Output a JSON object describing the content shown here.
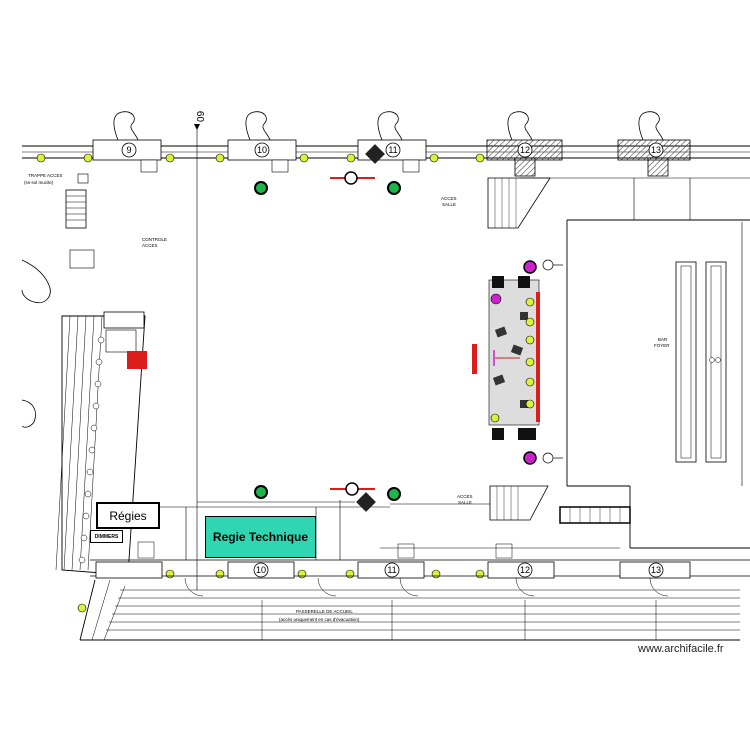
{
  "labels": {
    "axis_09": "09",
    "trappe_acces": "TRAPPE ACCES",
    "trappe_sub": "(ss-sol mucite)",
    "controle_acces_1": "CONTROLE",
    "controle_acces_2": "ACCES",
    "acces_salle_top_1": "ACCES",
    "acces_salle_top_2": "SALLE",
    "acces_salle_bottom_1": "ACCES",
    "acces_salle_bottom_2": "SALLE",
    "bar_foyer_1": "BAR",
    "bar_foyer_2": "FOYER",
    "passerelle_1": "PASSERELLE DE ACCUEIL",
    "passerelle_2": "(accès uniquement en cas d'évacuation)",
    "regie_technique": "Regie Technique",
    "regies": "Régies",
    "dimmers": "DIMMERS",
    "watermark": "www.archifacile.fr"
  },
  "top_axes": [
    "9",
    "10",
    "11",
    "12",
    "13"
  ],
  "bottom_axes": [
    "10",
    "11",
    "12",
    "13"
  ],
  "colors": {
    "regie_fill": "#2fd6b1",
    "fixture_yellow": "#d9f23a",
    "fixture_green": "#1fb54a",
    "fixture_magenta": "#cc22cc",
    "red_accent": "#dd1c1c",
    "hatch": "#555555"
  }
}
